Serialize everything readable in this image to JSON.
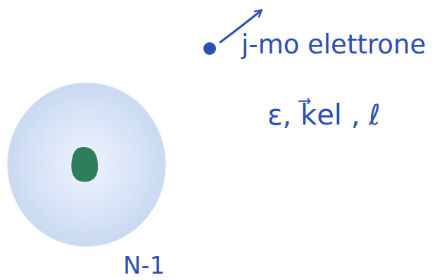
{
  "diagram": {
    "nodes": [
      {
        "text": [
          "N-1"
        ]
      }
    ],
    "labels": [
      "j-mo elettrone",
      "ε, k⃗el , ℓ"
    ]
  }
}
